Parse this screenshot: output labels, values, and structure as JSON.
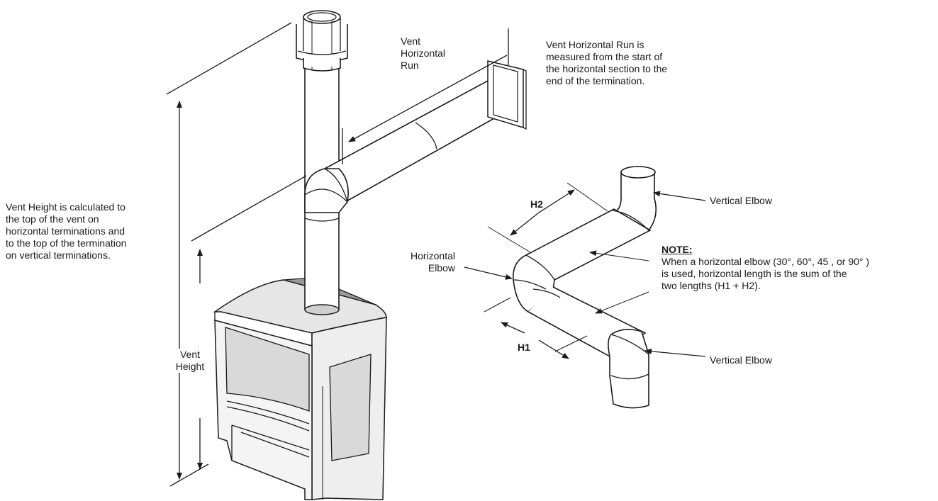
{
  "labels": {
    "vent_horizontal_run": [
      "Vent",
      "Horizontal",
      "Run"
    ],
    "run_note": [
      "Vent Horizontal Run is",
      "measured from the start of",
      "the horizontal section to the",
      "end of the termination."
    ],
    "height_note": [
      "Vent Height is calculated to",
      "the top of the vent on",
      "horizontal terminations and",
      "to the top of the termination",
      "on vertical terminations."
    ],
    "vent_height": [
      "Vent",
      "Height"
    ],
    "h2": "H2",
    "h1": "H1",
    "horizontal_elbow": [
      "Horizontal",
      "Elbow"
    ],
    "vertical_elbow_top": "Vertical Elbow",
    "vertical_elbow_bottom": "Vertical Elbow",
    "note_title": "NOTE:",
    "note_body": [
      "When a horizontal elbow (30°, 60°, 45 , or 90° )",
      "is used, horizontal length is the sum of the",
      "two lengths (H1 + H2)."
    ]
  },
  "colors": {
    "stroke": "#1a1a1a",
    "stove_shade": "#c8c8c8",
    "window_shade": "#d9d9d9",
    "side_shade": "#9a9a9a"
  }
}
